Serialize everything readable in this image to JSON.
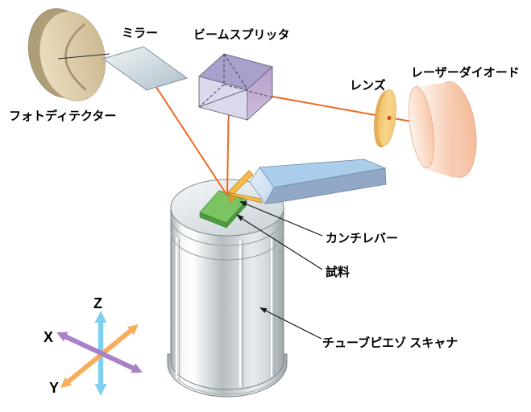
{
  "labels": {
    "photodetector": "フォトディテクター",
    "mirror": "ミラー",
    "beam_splitter": "ビームスプリッタ",
    "lens": "レンズ",
    "laser_diode": "レーザーダイオード",
    "cantilever": "カンチレバー",
    "sample": "試料",
    "scanner": "チューブピエゾ スキャナ"
  },
  "axes": {
    "x": "X",
    "y": "Y",
    "z": "Z",
    "x_color": "#A981C6",
    "y_color": "#F8AC5D",
    "z_color": "#7FCFF0"
  },
  "colors": {
    "laser": "#F26722",
    "photodetector_face": "#D9C8A3",
    "photodetector_rim": "#AE9E78",
    "mirror": "#C9D6DF",
    "beam_splitter_top": "#A7A1CB",
    "beam_splitter_front": "#DCD9EC",
    "beam_splitter_right": "#BCA6D0",
    "lens": "#F6CF7E",
    "laser_diode": "#F8C8AB",
    "holder_top": "#A9CDEA",
    "holder_side": "#93A7C6",
    "cantilever": "#F5BC4A",
    "sample": "#7CC363",
    "scanner_body": "#D5DADD",
    "leader_line": "#1A1A1A"
  }
}
